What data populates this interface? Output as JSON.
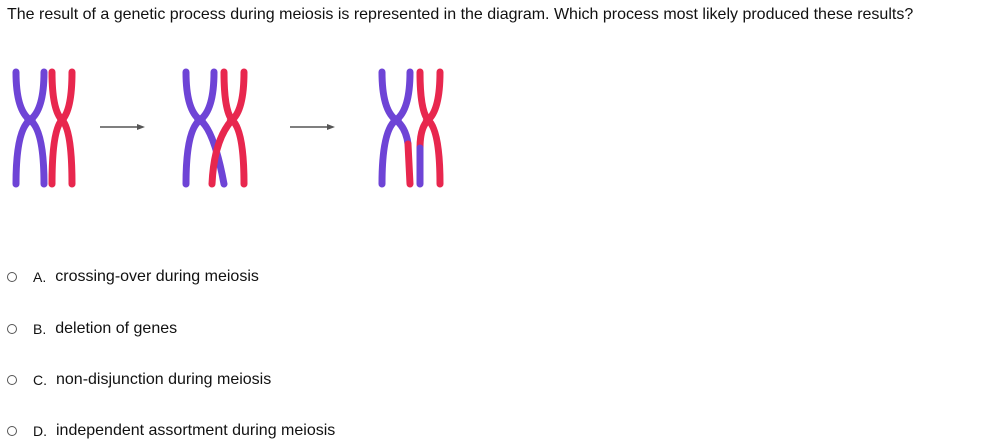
{
  "question": {
    "text": "The result of a genetic process during meiosis is represented in the diagram.  Which process most likely produced these results?"
  },
  "diagram": {
    "colors": {
      "blue_chromatid": "#6e44d6",
      "red_chromatid": "#e8274e",
      "arrow": "#555555"
    }
  },
  "options": [
    {
      "letter": "A.",
      "text": "crossing-over during meiosis"
    },
    {
      "letter": "B.",
      "text": "deletion of genes"
    },
    {
      "letter": "C.",
      "text": "non-disjunction during meiosis"
    },
    {
      "letter": "D.",
      "text": "independent assortment during meiosis"
    }
  ]
}
